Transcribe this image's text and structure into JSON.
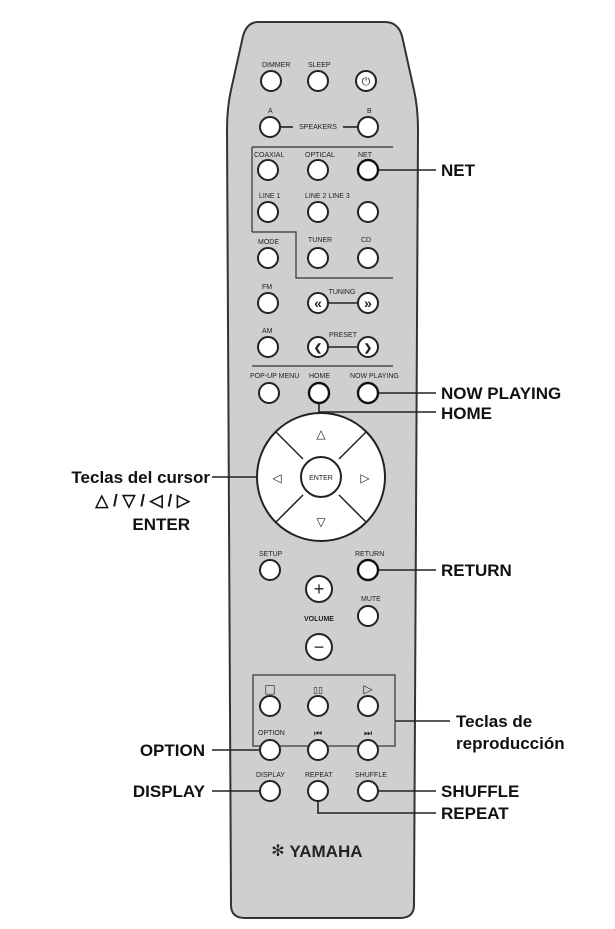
{
  "remote": {
    "labels": {
      "dimmer": "DIMMER",
      "sleep": "SLEEP",
      "a": "A",
      "b": "B",
      "speakers": "SPEAKERS",
      "coaxial": "COAXIAL",
      "optical": "OPTICAL",
      "net": "NET",
      "line1": "LINE 1",
      "line23": "LINE 2 LINE 3",
      "mode": "MODE",
      "tuner": "TUNER",
      "cd": "CD",
      "fm": "FM",
      "tuning": "TUNING",
      "am": "AM",
      "preset": "PRESET",
      "popup_menu": "POP-UP MENU",
      "home": "HOME",
      "now_playing": "NOW PLAYING",
      "enter": "ENTER",
      "setup": "SETUP",
      "return": "RETURN",
      "volume": "VOLUME",
      "mute": "MUTE",
      "option": "OPTION",
      "display": "DISPLAY",
      "repeat": "REPEAT",
      "shuffle": "SHUFFLE",
      "brand": "YAMAHA"
    },
    "glyphs": {
      "power": "⏻",
      "rewind": "«",
      "forward": "»",
      "prev": "❮",
      "next": "❯",
      "up": "△",
      "down": "▽",
      "left": "◁",
      "right": "▷",
      "plus": "+",
      "minus": "−",
      "stop": "□",
      "pause": "▯▯",
      "play": "▷",
      "skip_back": "⏮",
      "skip_fwd": "⏭",
      "brand_mark": "✻"
    }
  },
  "callouts": {
    "net": "NET",
    "now_playing": "NOW PLAYING",
    "home": "HOME",
    "cursor_keys": "Teclas del cursor",
    "cursor_symbols": "△ / ▽ / ◁ / ▷",
    "enter": "ENTER",
    "return": "RETURN",
    "playback_keys_line1": "Teclas de",
    "playback_keys_line2": "reproducción",
    "option": "OPTION",
    "display": "DISPLAY",
    "shuffle": "SHUFFLE",
    "repeat": "REPEAT"
  }
}
